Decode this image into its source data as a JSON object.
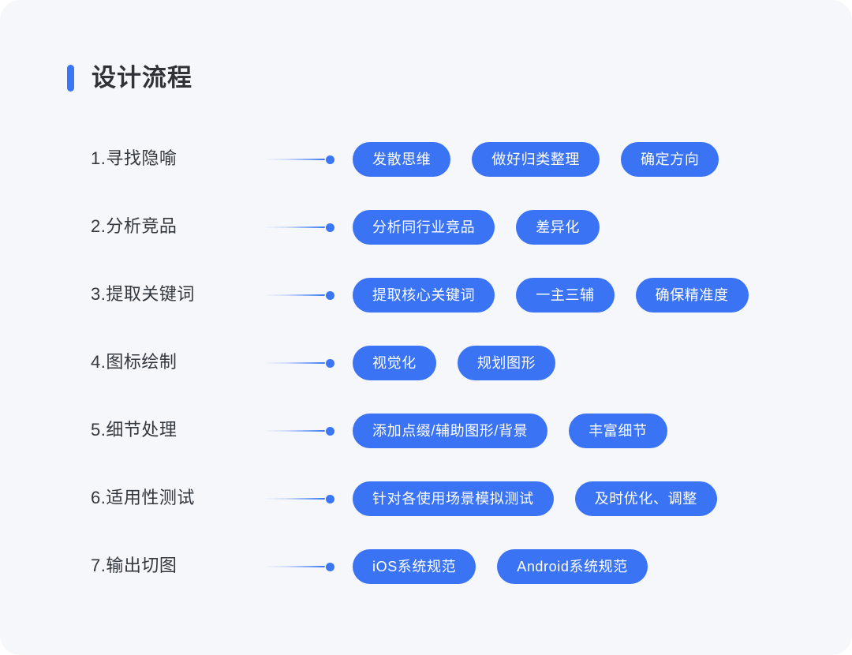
{
  "header": {
    "title": "设计流程",
    "accent_color": "#3b76f6"
  },
  "theme": {
    "background": "#f5f7fa",
    "pill_color": "#3b73f5",
    "pill_text_color": "#ffffff",
    "label_color": "#33383f",
    "title_color": "#2f3338"
  },
  "flow": {
    "rows": [
      {
        "step": "1.寻找隐喻",
        "pills": [
          "发散思维",
          "做好归类整理",
          "确定方向"
        ]
      },
      {
        "step": "2.分析竞品",
        "pills": [
          "分析同行业竞品",
          "差异化"
        ]
      },
      {
        "step": "3.提取关键词",
        "pills": [
          "提取核心关键词",
          "一主三辅",
          "确保精准度"
        ]
      },
      {
        "step": "4.图标绘制",
        "pills": [
          "视觉化",
          "规划图形"
        ]
      },
      {
        "step": "5.细节处理",
        "pills": [
          "添加点缀/辅助图形/背景",
          "丰富细节"
        ]
      },
      {
        "step": "6.适用性测试",
        "pills": [
          "针对各使用场景模拟测试",
          "及时优化、调整"
        ]
      },
      {
        "step": "7.输出切图",
        "pills": [
          "iOS系统规范",
          "Android系统规范"
        ]
      }
    ]
  }
}
